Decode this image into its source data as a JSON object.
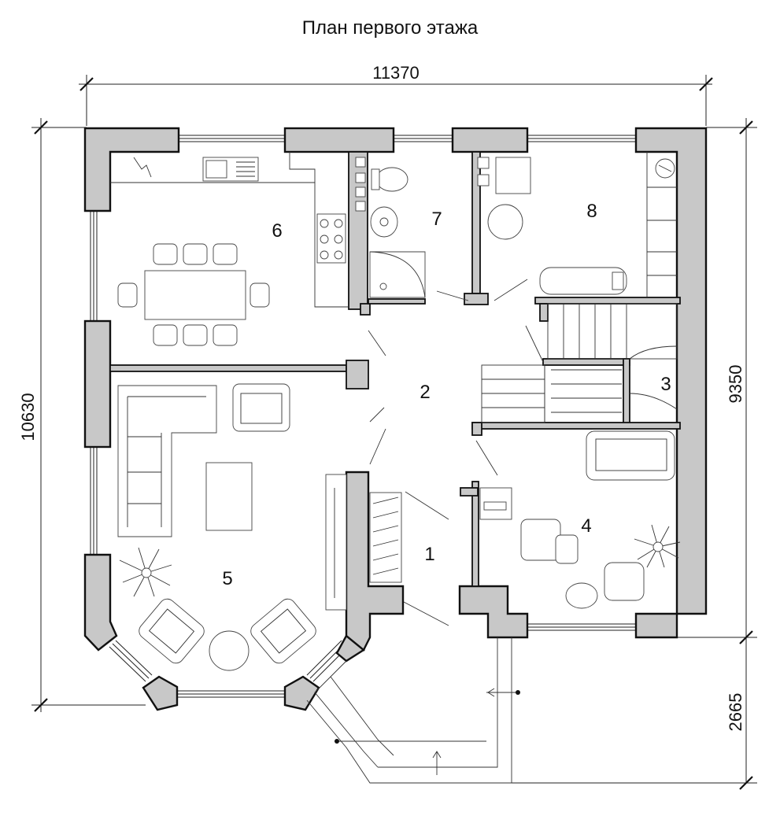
{
  "title": "План первого этажа",
  "dimensions": {
    "top_width": "11370",
    "left_height": "10630",
    "right_height": "9350",
    "porch_depth": "2665"
  },
  "rooms": [
    {
      "number": "1"
    },
    {
      "number": "2"
    },
    {
      "number": "3"
    },
    {
      "number": "4"
    },
    {
      "number": "5"
    },
    {
      "number": "6"
    },
    {
      "number": "7"
    },
    {
      "number": "8"
    }
  ]
}
